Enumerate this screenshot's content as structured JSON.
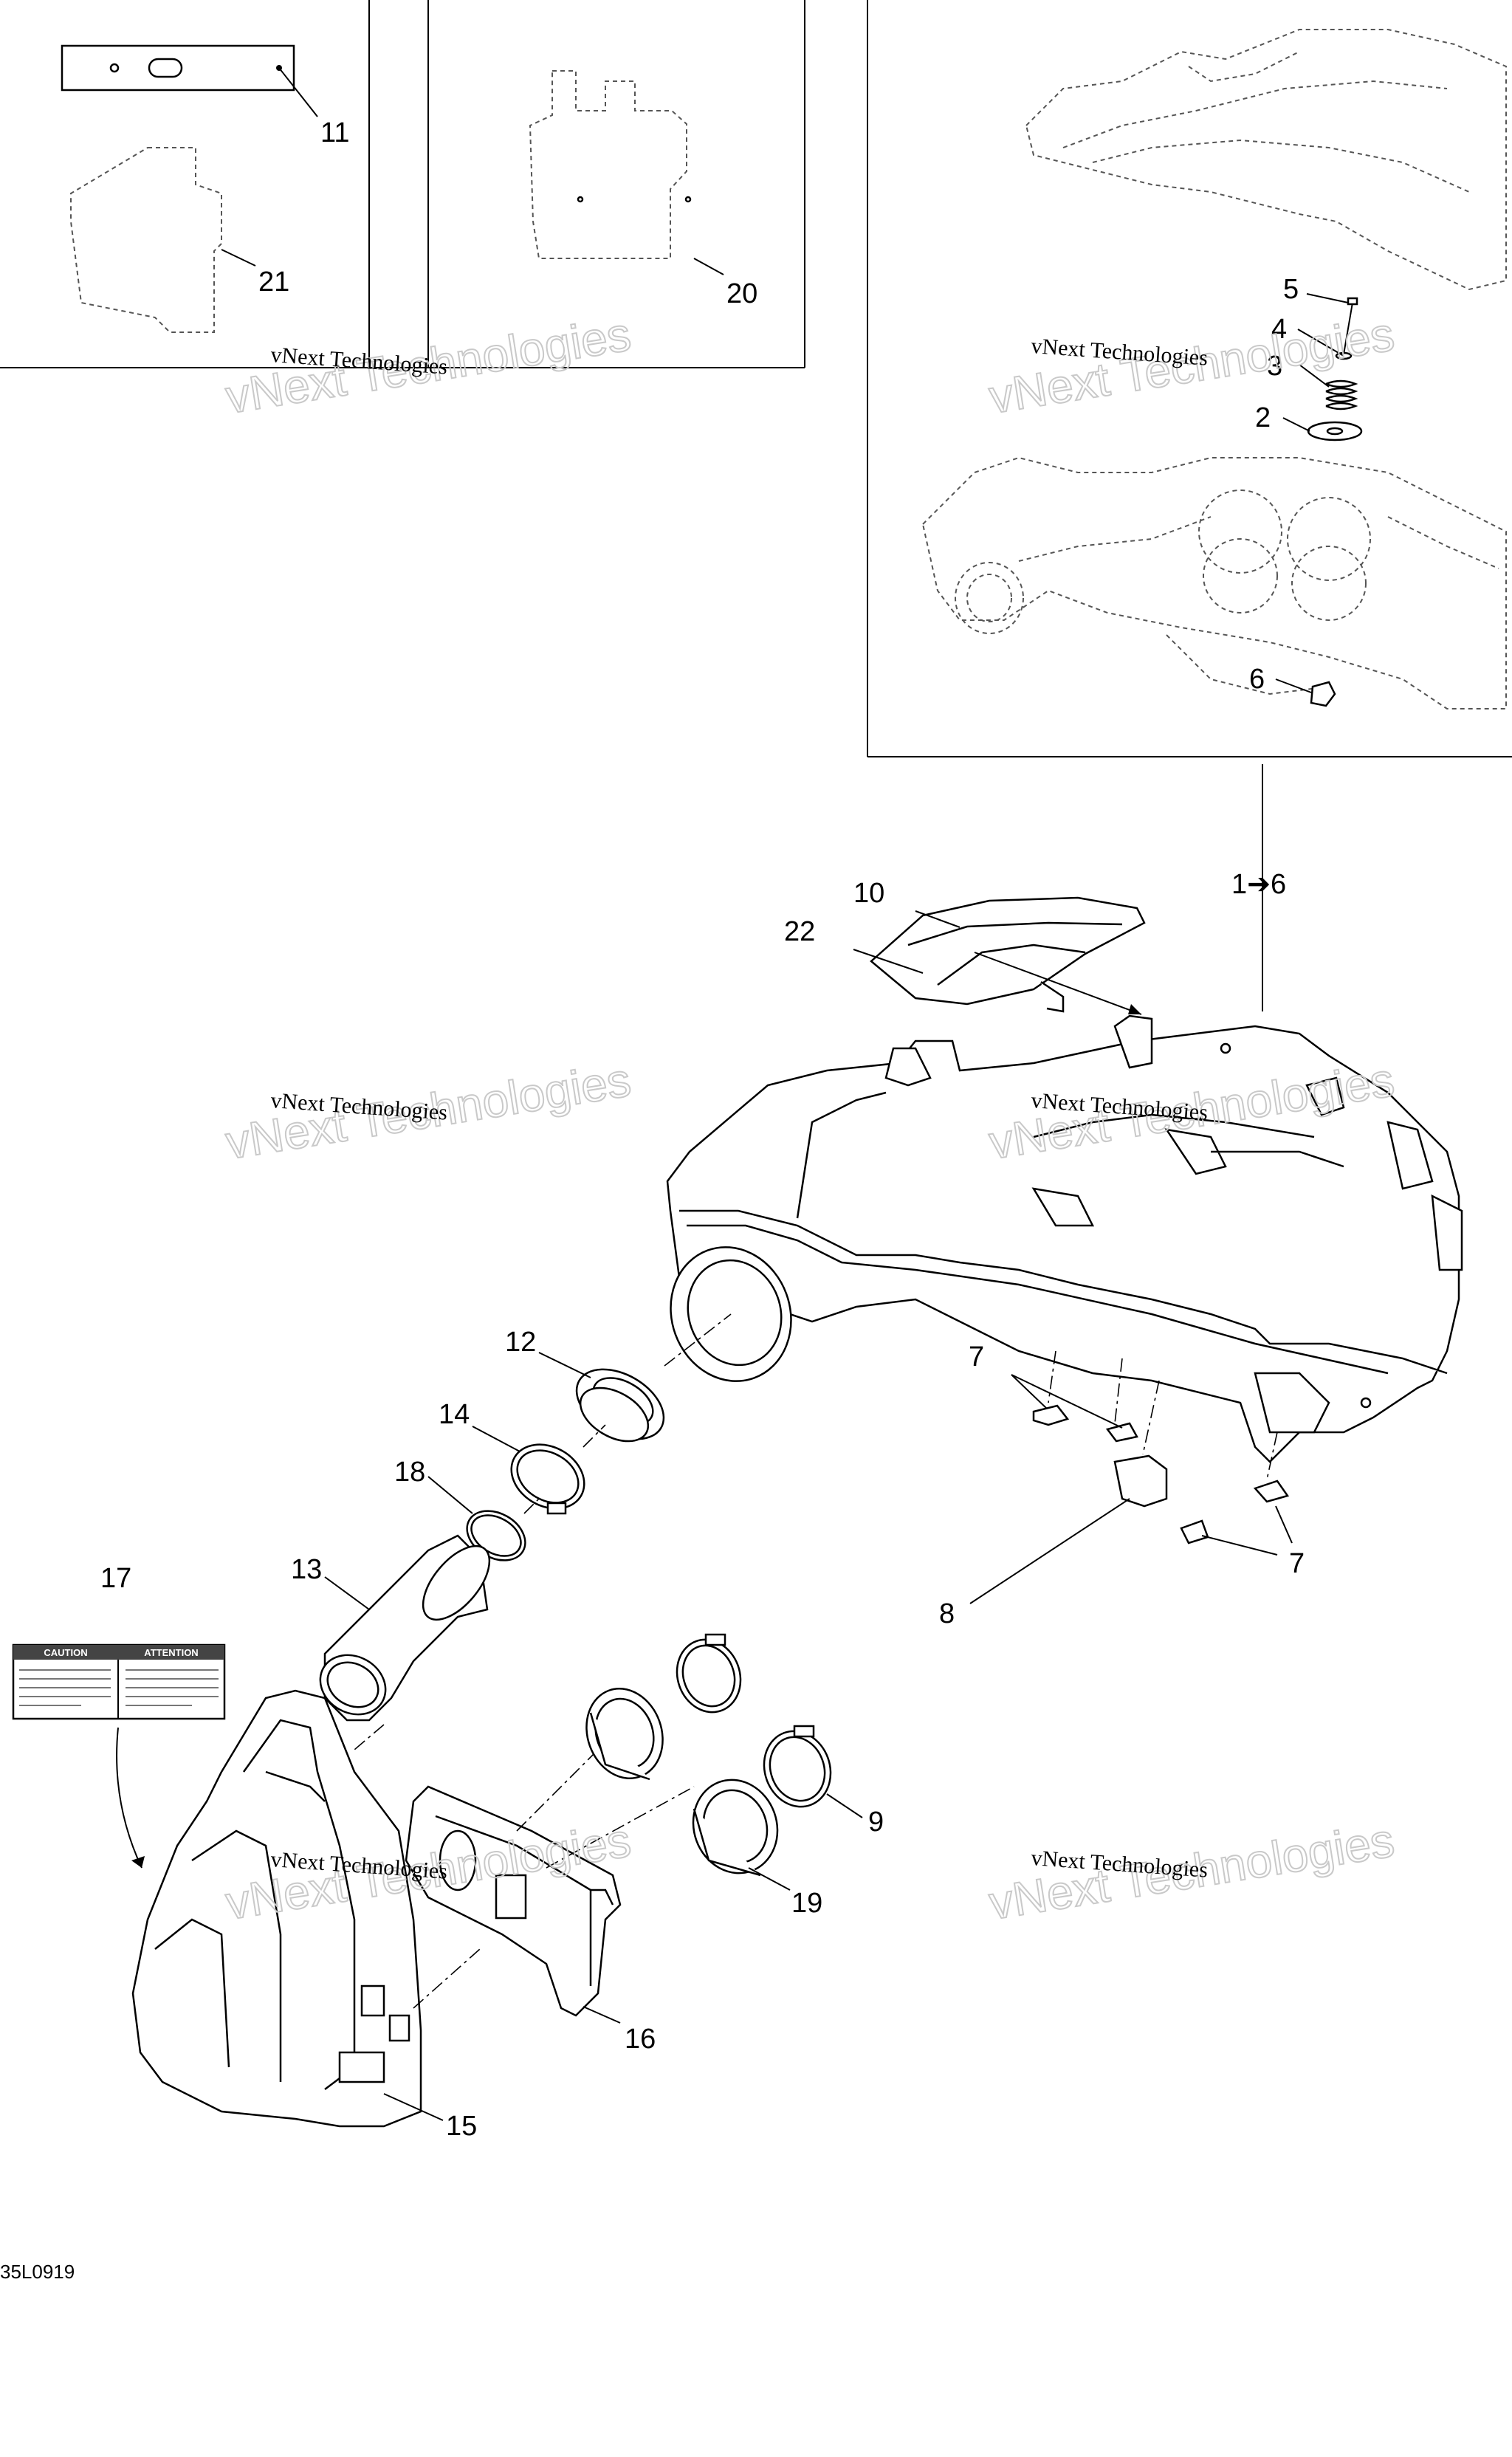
{
  "diagram_code": "35L0919",
  "watermark": {
    "line1": "vNext Technologies",
    "line2": "vNext Technologies"
  },
  "callouts": {
    "c1_6": "1➔6",
    "c2": "2",
    "c3": "3",
    "c4": "4",
    "c5": "5",
    "c6": "6",
    "c7a": "7",
    "c7b": "7",
    "c8": "8",
    "c9": "9",
    "c10": "10",
    "c11": "11",
    "c12": "12",
    "c13": "13",
    "c14": "14",
    "c15": "15",
    "c16": "16",
    "c17": "17",
    "c18": "18",
    "c19": "19",
    "c20": "20",
    "c21": "21",
    "c22": "22"
  },
  "decal": {
    "caution": "CAUTION",
    "attention": "ATTENTION"
  }
}
